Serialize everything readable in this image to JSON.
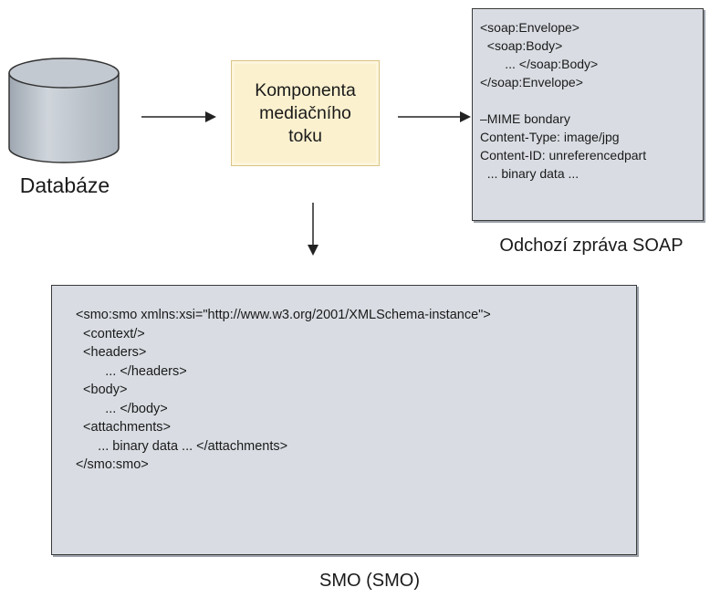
{
  "database": {
    "label": "Databáze"
  },
  "component": {
    "label": "Komponenta\nmediačního\ntoku"
  },
  "soap_message": {
    "caption": "Odchozí zpráva SOAP",
    "lines_top": [
      "<soap:Envelope>",
      "  <soap:Body>",
      "       ... </soap:Body>",
      "</soap:Envelope>"
    ],
    "lines_bottom": [
      "–MIME bondary",
      "Content-Type: image/jpg",
      "Content-ID: unreferencedpart",
      "  ... binary data ..."
    ]
  },
  "smo": {
    "caption": "SMO (SMO)",
    "lines": [
      "<smo:smo xmlns:xsi=\"http://www.w3.org/2001/XMLSchema-instance\">",
      "  <context/>",
      "  <headers>",
      "        ... </headers>",
      "  <body>",
      "        ... </body>",
      "  <attachments>",
      "      ... binary data ... </attachments>",
      "</smo:smo>"
    ]
  },
  "colors": {
    "box_fill": "#d9dde3",
    "component_fill": "#fbf1cf",
    "database_fill": "#bcc3cb"
  },
  "icons": {
    "database": "database-cylinder-icon",
    "arrow": "arrow-right-icon"
  }
}
